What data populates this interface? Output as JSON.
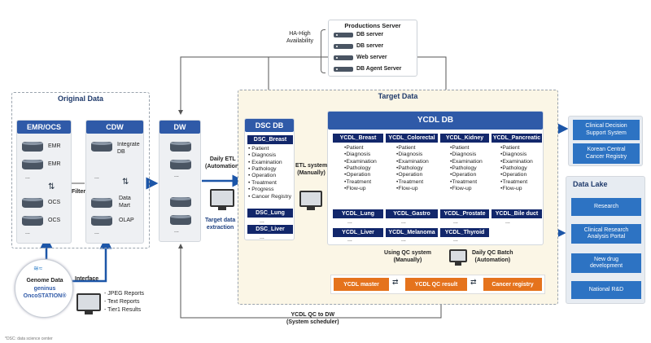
{
  "server": {
    "title": "Productions Server",
    "items": [
      "DB server",
      "DB server",
      "Web server",
      "DB Agent Server"
    ],
    "ha": "HA-High\nAvailability"
  },
  "original": {
    "title": "Original Data",
    "emr_title": "EMR/OCS",
    "cdw_title": "CDW",
    "emr_items": [
      "EMR",
      "EMR",
      "...",
      "OCS",
      "OCS",
      "..."
    ],
    "cdw_items": [
      "Integrate DB",
      "...",
      "Data Mart",
      "OLAP",
      "..."
    ],
    "filter": "Filter"
  },
  "dw": {
    "title": "DW",
    "dots": [
      "...",
      "..."
    ]
  },
  "etl": {
    "daily": "Daily ETL\n(Automation)",
    "extract": "Target data\nextraction",
    "etl_system": "ETL system\n(Manually)"
  },
  "target": {
    "title": "Target Data"
  },
  "dsc": {
    "title": "DSC DB",
    "breast": "DSC_Breast",
    "breast_items": [
      "• Patient",
      "• Diagnosis",
      "• Examination",
      "• Pathology",
      "• Operation",
      "• Treatment",
      "• Progress",
      "• Cancer Registry"
    ],
    "lung": "DSC_Lung",
    "liver": "DSC_Liver",
    "dots": [
      "...",
      "..."
    ]
  },
  "ycdl": {
    "title": "YCDL DB",
    "cols": [
      {
        "label": "YCDL_Breast",
        "items": [
          "•Patient",
          "•Diagnosis",
          "•Examination",
          "•Pathology",
          "•Operation",
          "•Treatment",
          "•Flow-up"
        ]
      },
      {
        "label": "YCDL_Colorectal",
        "items": [
          "•Patient",
          "•Diagnosis",
          "•Examination",
          "•Pathology",
          "•Operation",
          "•Treatment",
          "•Flow-up"
        ]
      },
      {
        "label": "YCDL_Kidney",
        "items": [
          "•Patient",
          "•Diagnosis",
          "•Examination",
          "•Pathology",
          "•Operation",
          "•Treatment",
          "•Flow-up"
        ]
      },
      {
        "label": "YCDL_Pancreatic",
        "items": [
          "•Patient",
          "•Diagnosis",
          "•Examination",
          "•Pathology",
          "•Operation",
          "•Treatment",
          "•Flow-up"
        ]
      }
    ],
    "row2": [
      "YCDL_Lung",
      "YCDL_Gastro",
      "YCDL_Prostate",
      "YCDL_Bile duct"
    ],
    "row3": [
      "YCDL_Liver",
      "YCDL_Melanoma",
      "YCDL_Thyroid"
    ],
    "dots": "...",
    "using_qc": "Using QC system\n(Manually)",
    "daily_qc": "Daily QC Batch\n(Automation)",
    "master": "YCDL master",
    "qc_result": "YCDL QC result",
    "registry": "Cancer registry",
    "qc_to_dw": "YCDL QC to DW\n(System scheduler)"
  },
  "right": {
    "cds": "Clinical Decision\nSupport System",
    "kcr": "Korean Central\nCancer Registry",
    "lake": "Data Lake",
    "lake_items": [
      "Research",
      "Clinical Research\nAnalysis Portal",
      "New drug\ndevelopment",
      "National R&D"
    ]
  },
  "genome": {
    "title": "Genome Data",
    "brand1": "geninus",
    "brand2": "OncoSTATION®",
    "interface": "Interface",
    "reports": [
      "- JPEG Reports",
      "- Text Reports",
      "- Tier1  Results"
    ]
  },
  "footnote": "*DSC: data science center"
}
